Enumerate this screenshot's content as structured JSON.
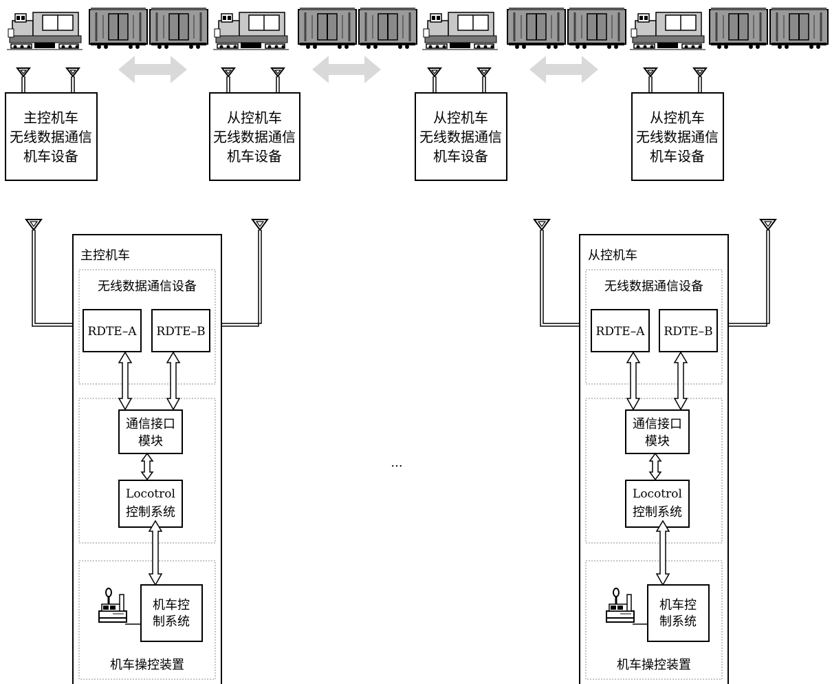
{
  "top_units": [
    {
      "lines": [
        "主控机车",
        "无线数据通信",
        "机车设备"
      ]
    },
    {
      "lines": [
        "从控机车",
        "无线数据通信",
        "机车设备"
      ]
    },
    {
      "lines": [
        "从控机车",
        "无线数据通信",
        "机车设备"
      ]
    },
    {
      "lines": [
        "从控机车",
        "无线数据通信",
        "机车设备"
      ]
    }
  ],
  "detail_panels": [
    {
      "title": "主控机车",
      "wireless_group": "无线数据通信设备",
      "rdte_a": "RDTE–A",
      "rdte_b": "RDTE–B",
      "comm_module": [
        "通信接口",
        "模块"
      ],
      "locotrol": [
        "Locotrol",
        "控制系统"
      ],
      "loco_control": [
        "机车控",
        "制系统"
      ],
      "operation_device": "机车操控装置"
    },
    {
      "title": "从控机车",
      "wireless_group": "无线数据通信设备",
      "rdte_a": "RDTE–A",
      "rdte_b": "RDTE–B",
      "comm_module": [
        "通信接口",
        "模块"
      ],
      "locotrol": [
        "Locotrol",
        "控制系统"
      ],
      "loco_control": [
        "机车控",
        "制系统"
      ],
      "operation_device": "机车操控装置"
    }
  ],
  "ellipsis": "...",
  "colors": {
    "line": "#000000",
    "wireless_arrow": "#d9d9d9",
    "loco_body": "#c8c8c8",
    "wagon_body": "#9a9a9a"
  },
  "icons": [
    "locomotive-icon",
    "freight-wagon-icon",
    "antenna-icon",
    "wireless-link-arrow-icon",
    "control-lever-icon"
  ]
}
